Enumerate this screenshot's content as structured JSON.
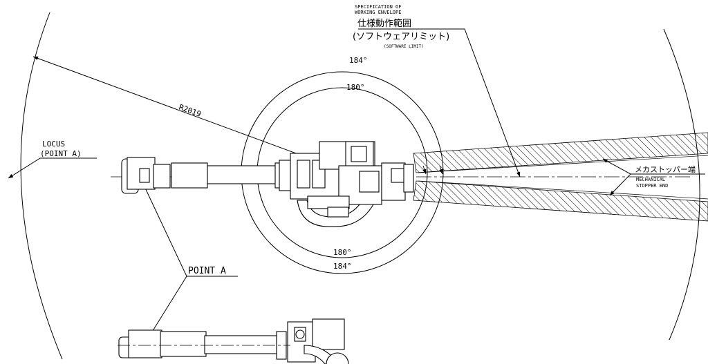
{
  "annotations": {
    "spec_en_line1": "SPECIFICATION OF",
    "spec_en_line2": "WORKING ENVELOPE",
    "spec_jp": "仕様動作範囲",
    "software_limit_jp": "(ソフトウェアリミット)",
    "software_limit_en": "(SOFTWARE LIMIT)",
    "radius": "R2019",
    "locus_line1": "LOCUS",
    "locus_line2": "(POINT A)",
    "point_a": "POINT A",
    "stopper_jp": "メカストッパー端",
    "stopper_en_line1": "MECHANICAL",
    "stopper_en_line2": "STOPPER END",
    "angle_outer_top": "184°",
    "angle_inner_top": "180°",
    "angle_inner_bottom": "180°",
    "angle_outer_bottom": "184°"
  }
}
